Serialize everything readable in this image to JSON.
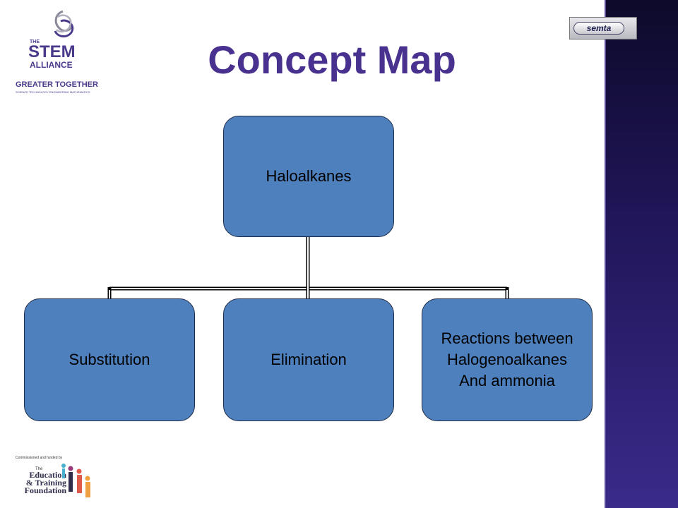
{
  "slide": {
    "title": "Concept Map"
  },
  "logos": {
    "stem_the": "THE",
    "stem_name": "STEM",
    "stem_alliance": "ALLIANCE",
    "stem_tagline": "GREATER TOGETHER",
    "stem_subtagline": "SCIENCE  TECHNOLOGY  ENGINEERING  MATHEMATICS",
    "semta": "semta",
    "etf_commissioned": "Commissioned and funded by",
    "etf_the": "The",
    "etf_name": "Education\n& Training\nFoundation"
  },
  "concept_map": {
    "root": "Haloalkanes",
    "children": [
      "Substitution",
      "Elimination",
      "Reactions between\nHalogenoalkanes\nAnd ammonia"
    ]
  },
  "colors": {
    "title": "#49318f",
    "node_fill": "#4e80bd",
    "connector": "#000000",
    "side_band": "#1f1556"
  }
}
